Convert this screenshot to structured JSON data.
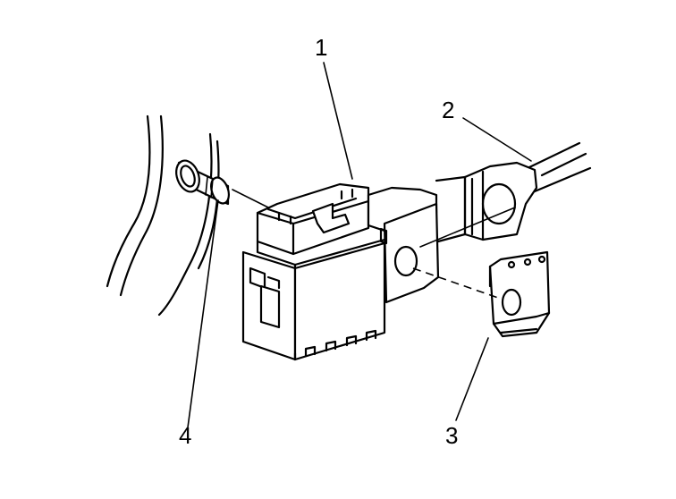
{
  "diagram": {
    "callouts": {
      "c1": "1",
      "c2": "2",
      "c3": "3",
      "c4": "4"
    }
  }
}
